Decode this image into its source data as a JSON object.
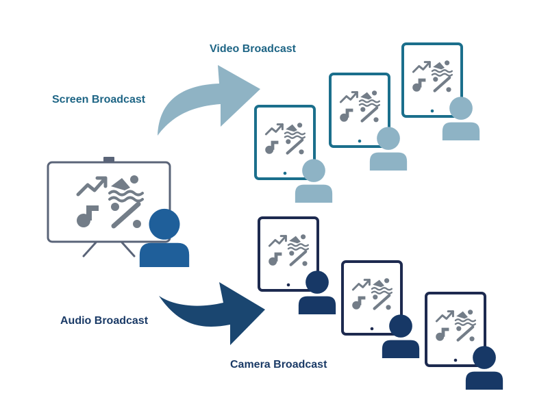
{
  "labels": {
    "video": "Video Broadcast",
    "screen": "Screen Broadcast",
    "audio": "Audio Broadcast",
    "camera": "Camera Broadcast"
  },
  "colors": {
    "presenter_board": "#5a6478",
    "presenter_person": "#1f5f9a",
    "icon_gray": "#737d88",
    "upper_arrow": "#8fb3c4",
    "upper_tablet": "#1b6f8c",
    "upper_person": "#8eb3c5",
    "lower_arrow": "#1a4670",
    "lower_tablet": "#1d2a4f",
    "lower_person": "#173866",
    "label_teal": "#1e6585",
    "label_navy": "#1a3a66"
  },
  "icons": [
    "trending-up-icon",
    "swimmer-icon",
    "music-note-icon",
    "percent-icon"
  ]
}
